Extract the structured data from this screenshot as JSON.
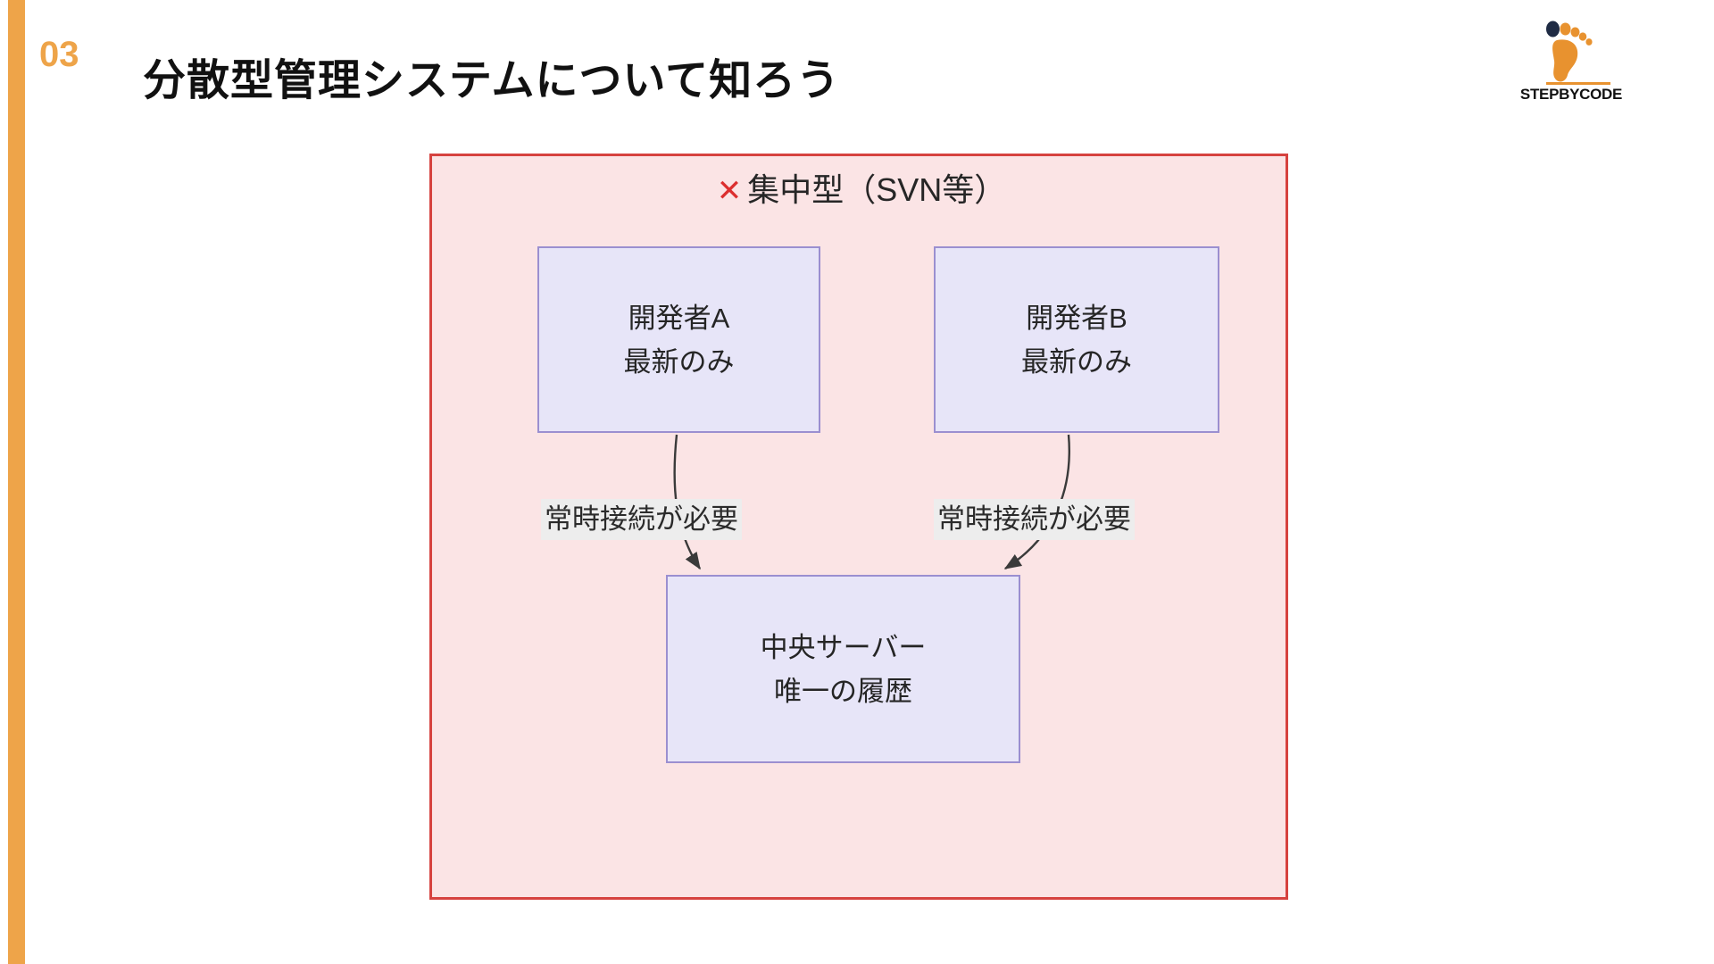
{
  "slide": {
    "section_number": "03",
    "title": "分散型管理システムについて知ろう",
    "accent_color": "#eea449",
    "background_color": "#ffffff"
  },
  "brand": {
    "wordmark": "STEPBYCODE",
    "logo_icon": "footprint-icon",
    "toe_color_primary": "#1f2b44",
    "foot_color": "#e8922f"
  },
  "diagram": {
    "type": "flowchart",
    "frame_border_color": "#d6423f",
    "frame_fill_color": "#fbe4e5",
    "title": "集中型（SVN等）",
    "title_icon": "cross-mark-icon",
    "title_icon_glyph": "✕",
    "node_fill_color": "#e7e5f8",
    "node_border_color": "#9b8fd0",
    "nodes": [
      {
        "id": "dev-a",
        "line1": "開発者A",
        "line2": "最新のみ"
      },
      {
        "id": "dev-b",
        "line1": "開発者B",
        "line2": "最新のみ"
      },
      {
        "id": "server",
        "line1": "中央サーバー",
        "line2": "唯一の履歴"
      }
    ],
    "edges": [
      {
        "id": "edge-a-server",
        "from": "dev-a",
        "to": "server",
        "label": "常時接続が必要"
      },
      {
        "id": "edge-b-server",
        "from": "dev-b",
        "to": "server",
        "label": "常時接続が必要"
      }
    ]
  }
}
